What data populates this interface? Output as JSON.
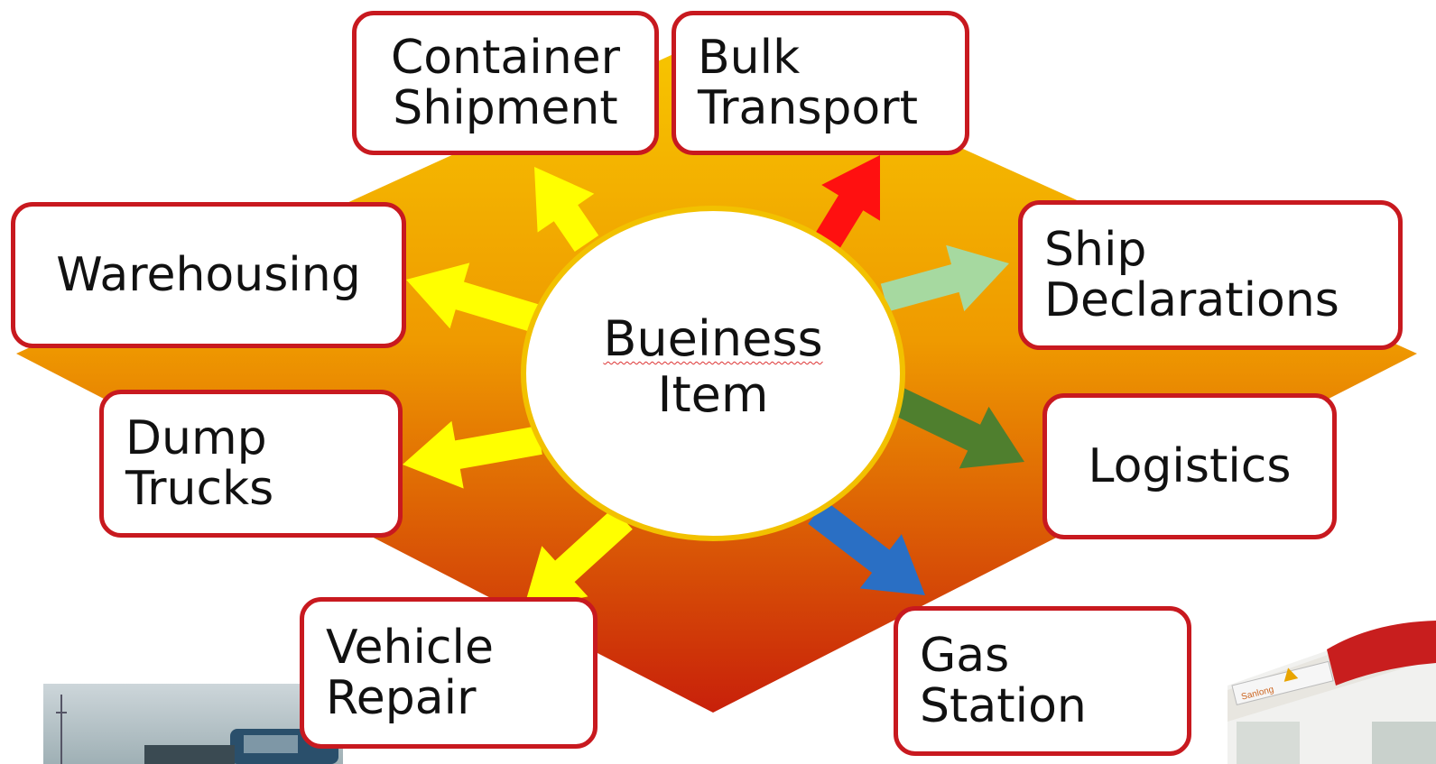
{
  "center": {
    "line1": "Bueiness",
    "line2": "Item"
  },
  "items": {
    "container": {
      "line1": "Container",
      "line2": "Shipment"
    },
    "bulk": {
      "line1": "Bulk",
      "line2": "Transport"
    },
    "warehousing": {
      "line1": "Warehousing"
    },
    "ship": {
      "line1": "Ship",
      "line2": "Declarations"
    },
    "dump": {
      "line1": "Dump",
      "line2": "Trucks"
    },
    "logistics": {
      "line1": "Logistics"
    },
    "vehicle": {
      "line1": "Vehicle",
      "line2": "Repair"
    },
    "gas": {
      "line1": "Gas",
      "line2": "Station"
    }
  },
  "colors": {
    "box_border": "#c8191f",
    "diamond_top": "#f7c600",
    "diamond_bottom": "#c8200a",
    "arrow_yellow": "#ffff00",
    "arrow_red": "#ff1010",
    "arrow_lightgreen": "#a6d9a0",
    "arrow_darkgreen": "#4f7f2e",
    "arrow_blue": "#2a6fc4"
  }
}
